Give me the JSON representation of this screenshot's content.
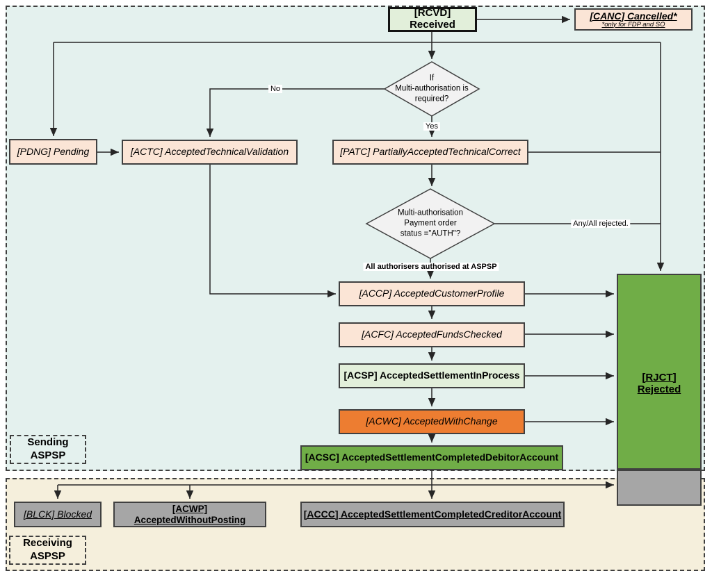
{
  "diagram": {
    "sections": {
      "sending": {
        "label": "Sending ASPSP"
      },
      "receiving": {
        "label": "Receiving\nASPSP"
      }
    },
    "nodes": {
      "rcvd": "[RCVD] Received",
      "canc_title": "[CANC] Cancelled*",
      "canc_note": "*only for FDP and SO",
      "pdng": "[PDNG] Pending",
      "actc": "[ACTC] AcceptedTechnicalValidation",
      "patc": "[PATC] PartiallyAcceptedTechnicalCorrect",
      "accp": "[ACCP] AcceptedCustomerProfile",
      "acfc": "[ACFC] AcceptedFundsChecked",
      "acsp": "[ACSP] AcceptedSettlementInProcess",
      "acwc": "[ACWC] AcceptedWithChange",
      "acsc": "[ACSC] AcceptedSettlementCompletedDebitorAccount",
      "rjct": "[RJCT] Rejected",
      "blck": "[BLCK] Blocked",
      "acwp": "[ACWP] AcceptedWithoutPosting",
      "accc": "[ACCC] AcceptedSettlementCompletedCreditorAccount"
    },
    "decisions": {
      "multi_auth": "If\nMulti-authorisation is\nrequired?",
      "auth_status": "Multi-authorisation\nPayment order\nstatus =\"AUTH\"?"
    },
    "edge_labels": {
      "no": "No",
      "yes": "Yes",
      "any_all_rejected": "Any/All rejected.",
      "all_authorised": "All authorisers authorised at ASPSP"
    },
    "colors": {
      "sending_bg": "#e4f1ee",
      "receiving_bg": "#f5efdc",
      "peach": "#fbe5d6",
      "light_green": "#e2efda",
      "green": "#70ad47",
      "orange": "#ed7d31",
      "gray": "#a6a6a6",
      "line": "#262626"
    }
  }
}
